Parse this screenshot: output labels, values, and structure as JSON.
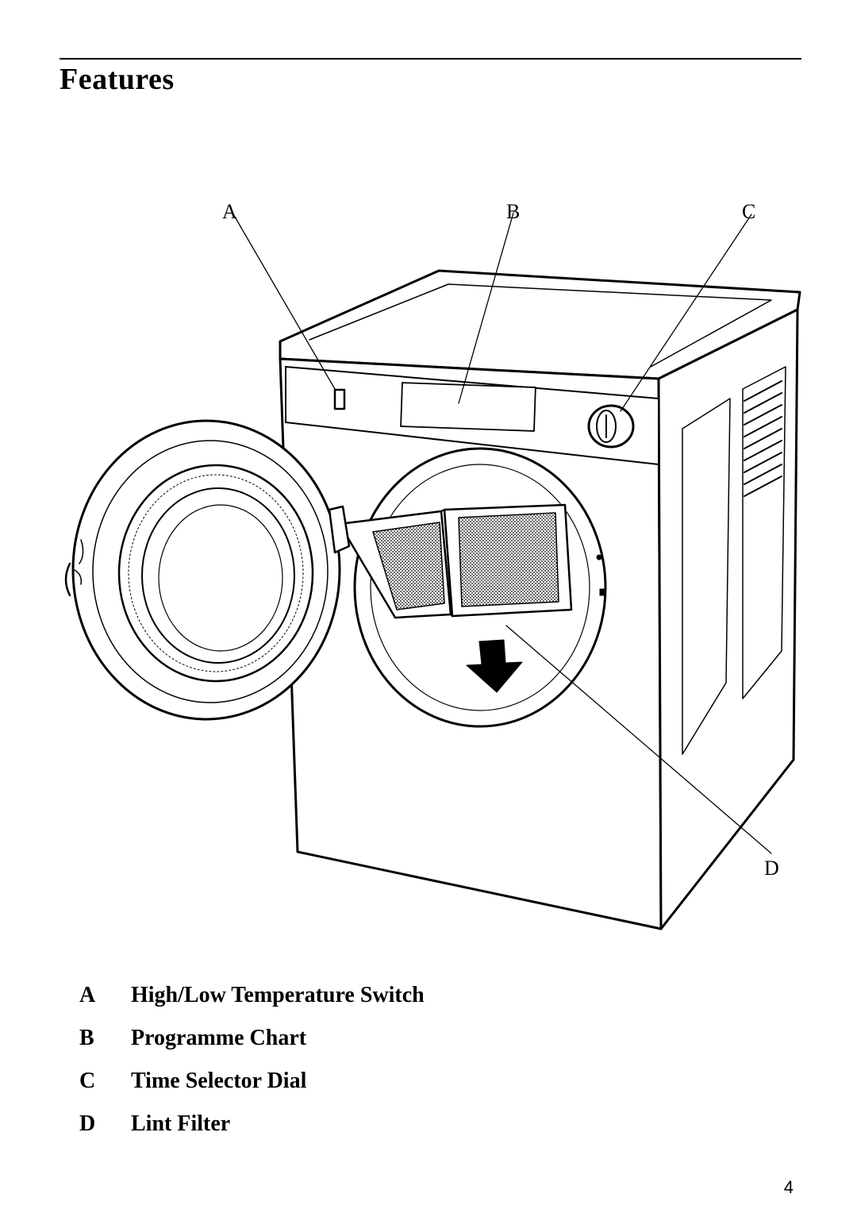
{
  "page": {
    "title": "Features",
    "page_number": "4"
  },
  "figure": {
    "callouts": [
      "A",
      "B",
      "C",
      "D"
    ]
  },
  "legend": [
    {
      "letter": "A",
      "label": "High/Low Temperature Switch"
    },
    {
      "letter": "B",
      "label": "Programme Chart"
    },
    {
      "letter": "C",
      "label": "Time Selector Dial"
    },
    {
      "letter": "D",
      "label": "Lint Filter"
    }
  ]
}
